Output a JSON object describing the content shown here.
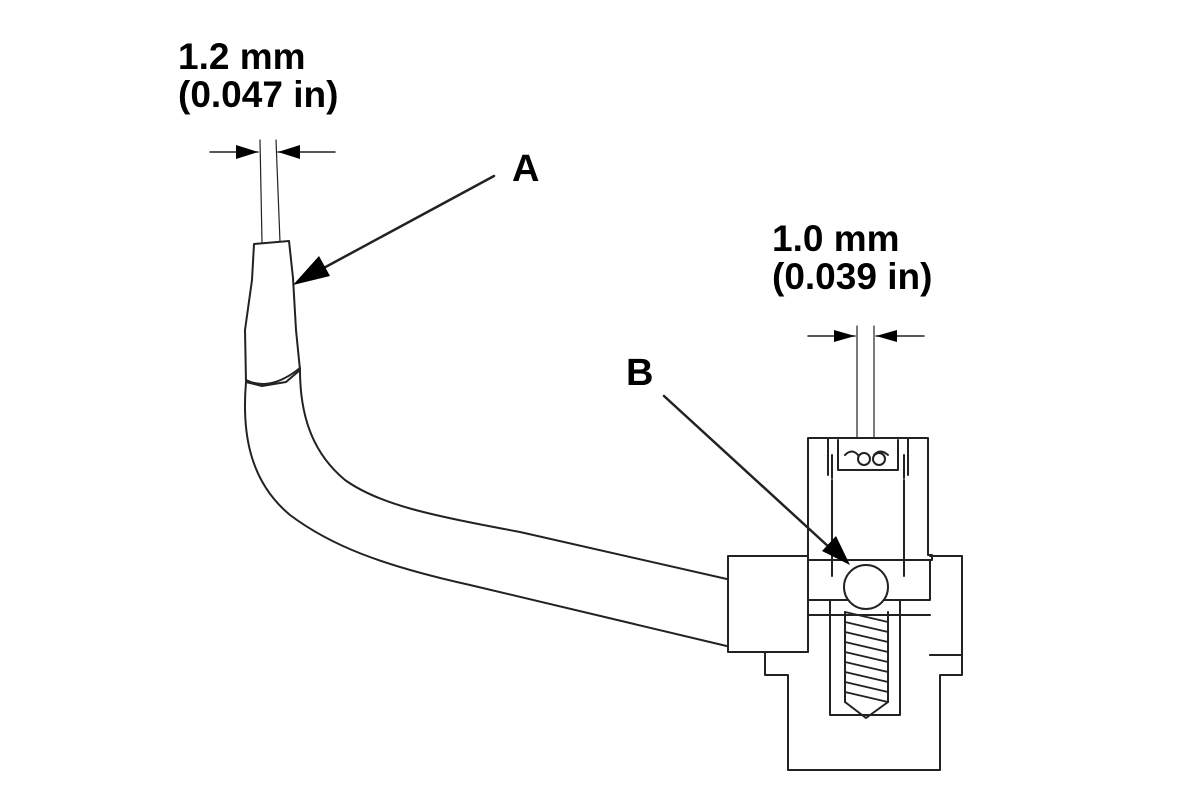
{
  "dimension_a": {
    "metric": "1.2 mm",
    "imperial": "(0.047 in)"
  },
  "dimension_b": {
    "metric": "1.0 mm",
    "imperial": "(0.039 in)"
  },
  "callout_a": "A",
  "callout_b": "B"
}
